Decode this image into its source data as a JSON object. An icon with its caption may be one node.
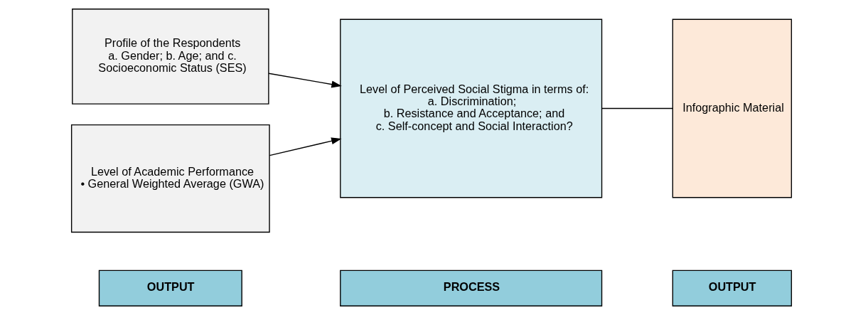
{
  "diagram": {
    "nodes": [
      {
        "text": [
          "OUTPUT"
        ]
      },
      {
        "text": [
          "PROCESS"
        ]
      },
      {
        "text": [
          "OUTPUT"
        ]
      },
      {
        "text": [
          "Profile of the Respondents",
          "a. Gender; b. Age; and c. Socioeconomic Status (SES)"
        ]
      },
      {
        "text": [
          "Level of Academic Performance",
          "• General Weighted Average (GWA)"
        ]
      },
      {
        "text": [
          "Level of Perceived Social Stigma in terms of:",
          "a. Discrimination;",
          "b. Resistance and Acceptance; and",
          "c. Self-concept and Social Interaction?"
        ]
      },
      {
        "text": [
          "Infographic Material"
        ]
      }
    ],
    "edges": [
      {
        "from": 3,
        "to": 5,
        "arrow": "to"
      },
      {
        "from": 4,
        "to": 5,
        "arrow": "to"
      },
      {
        "from": 5,
        "to": 6,
        "arrow": "none"
      }
    ]
  }
}
